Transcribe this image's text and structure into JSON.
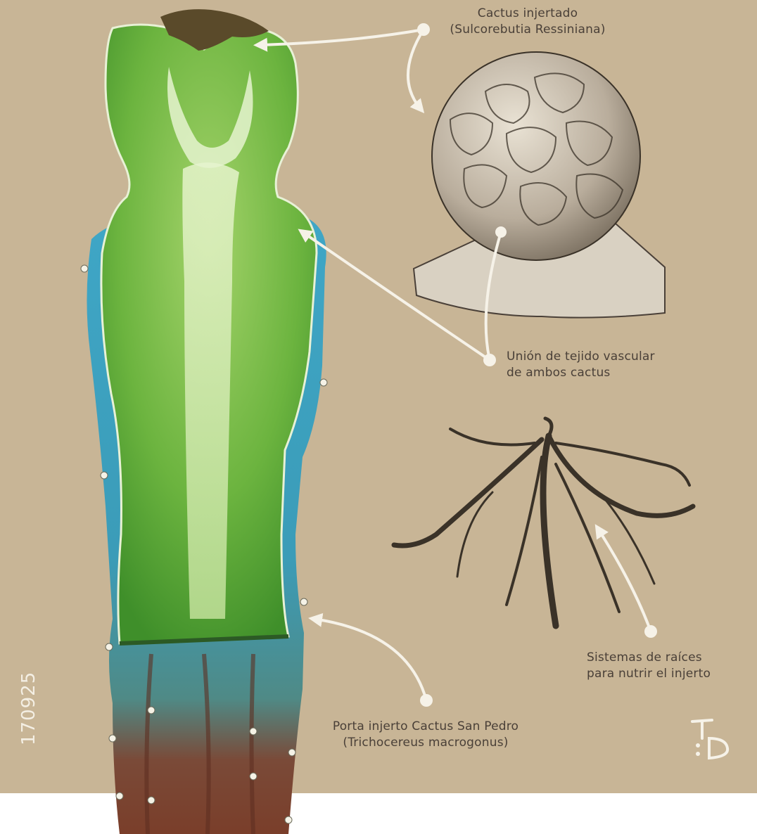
{
  "labels": {
    "grafted_line1": "Cactus injertado",
    "grafted_line2": "(Sulcorebutia Ressiniana)",
    "union_line1": "Unión de tejido vascular",
    "union_line2": "de ambos cactus",
    "roots_line1": "Sistemas de raíces",
    "roots_line2": "para nutrir el injerto",
    "rootstock_line1": "Porta injerto Cactus San Pedro",
    "rootstock_line2": "(Trichocereus macrogonus)"
  },
  "code": "170925",
  "colors": {
    "background": "#c8b596",
    "flesh_green": "#5fa83a",
    "light_green": "#cfe9a8",
    "skin_blue": "#3aa6c8",
    "base_brown": "#7a3e2a",
    "arrow": "#f6f2e8",
    "text": "#4a4038"
  }
}
